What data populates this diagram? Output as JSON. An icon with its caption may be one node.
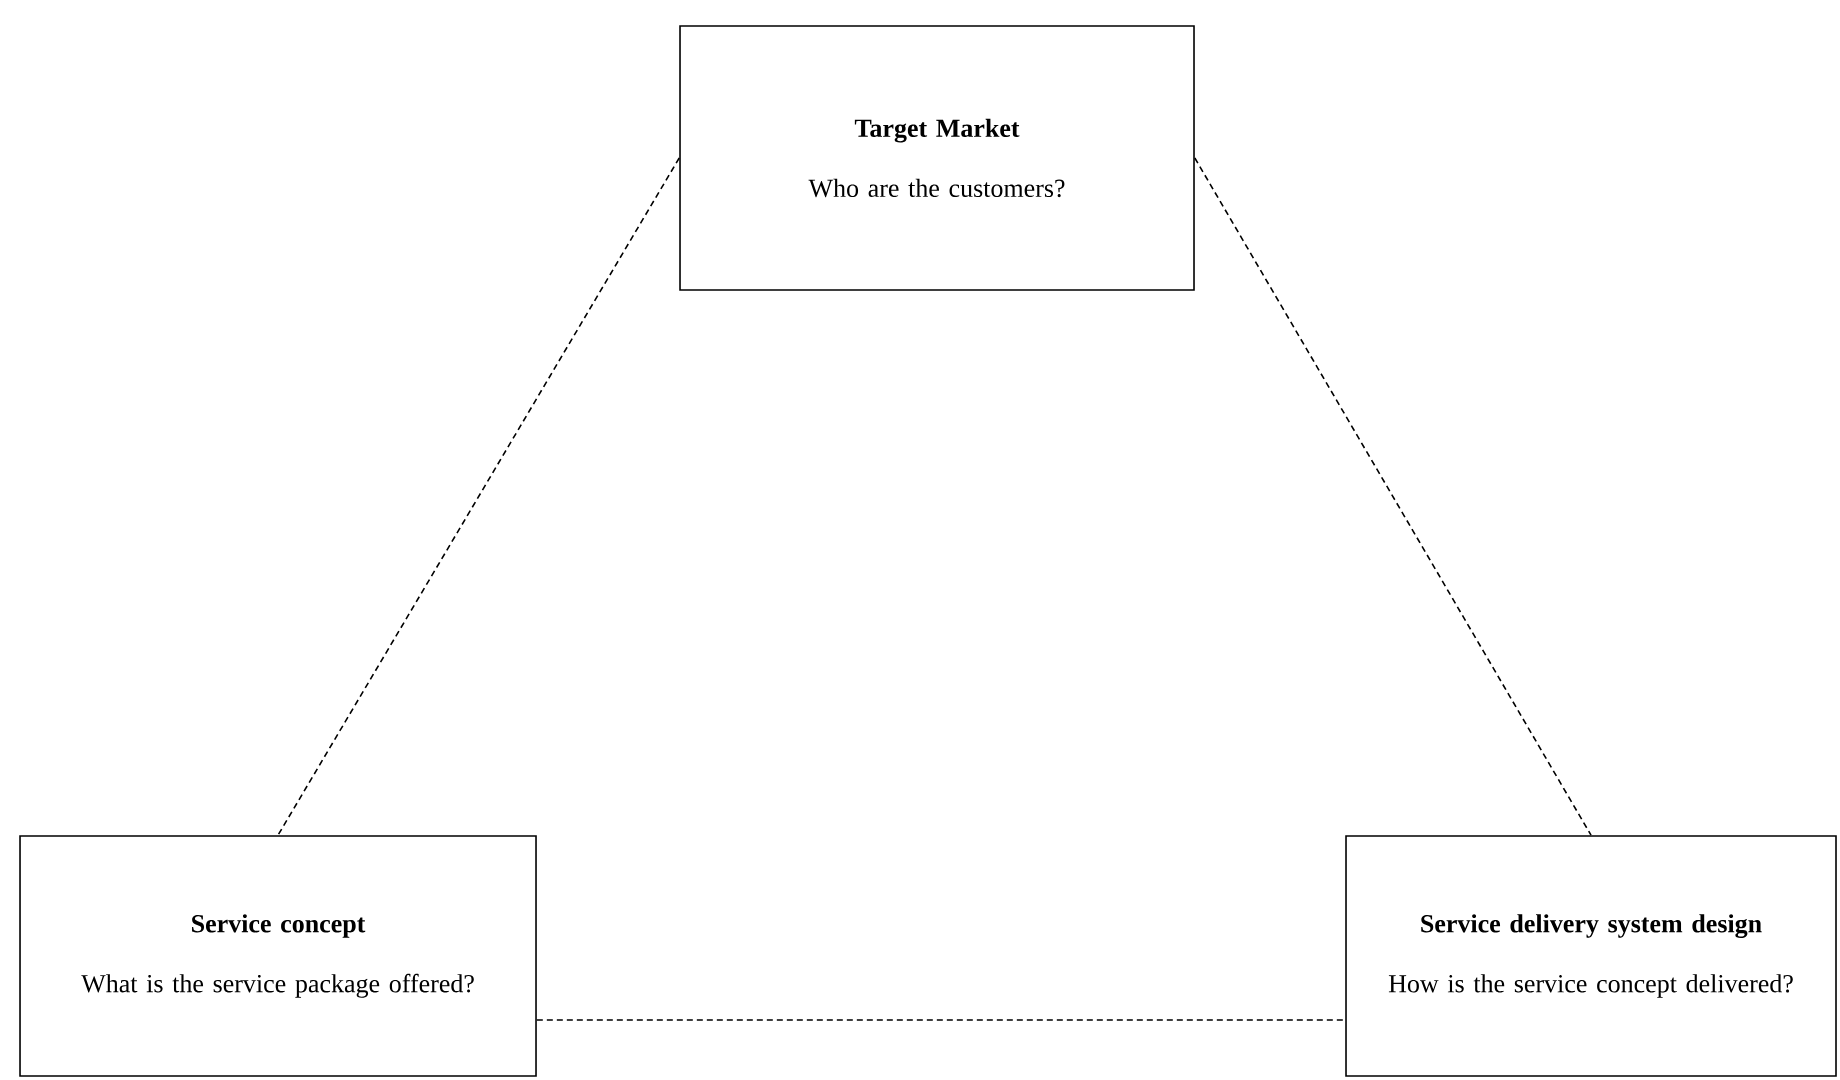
{
  "diagram": {
    "nodes": [
      {
        "text": [
          "Target Market",
          "Who are the customers?"
        ]
      },
      {
        "text": [
          "Service concept",
          "What is the service package offered?"
        ]
      },
      {
        "text": [
          "Service delivery system design",
          "How is the service concept delivered?"
        ]
      }
    ],
    "edges": [
      {
        "from": 0,
        "to": 1,
        "arrow": "none",
        "style": "dashed"
      },
      {
        "from": 0,
        "to": 2,
        "arrow": "none",
        "style": "dashed"
      },
      {
        "from": 1,
        "to": 2,
        "arrow": "none",
        "style": "dashed"
      }
    ]
  }
}
